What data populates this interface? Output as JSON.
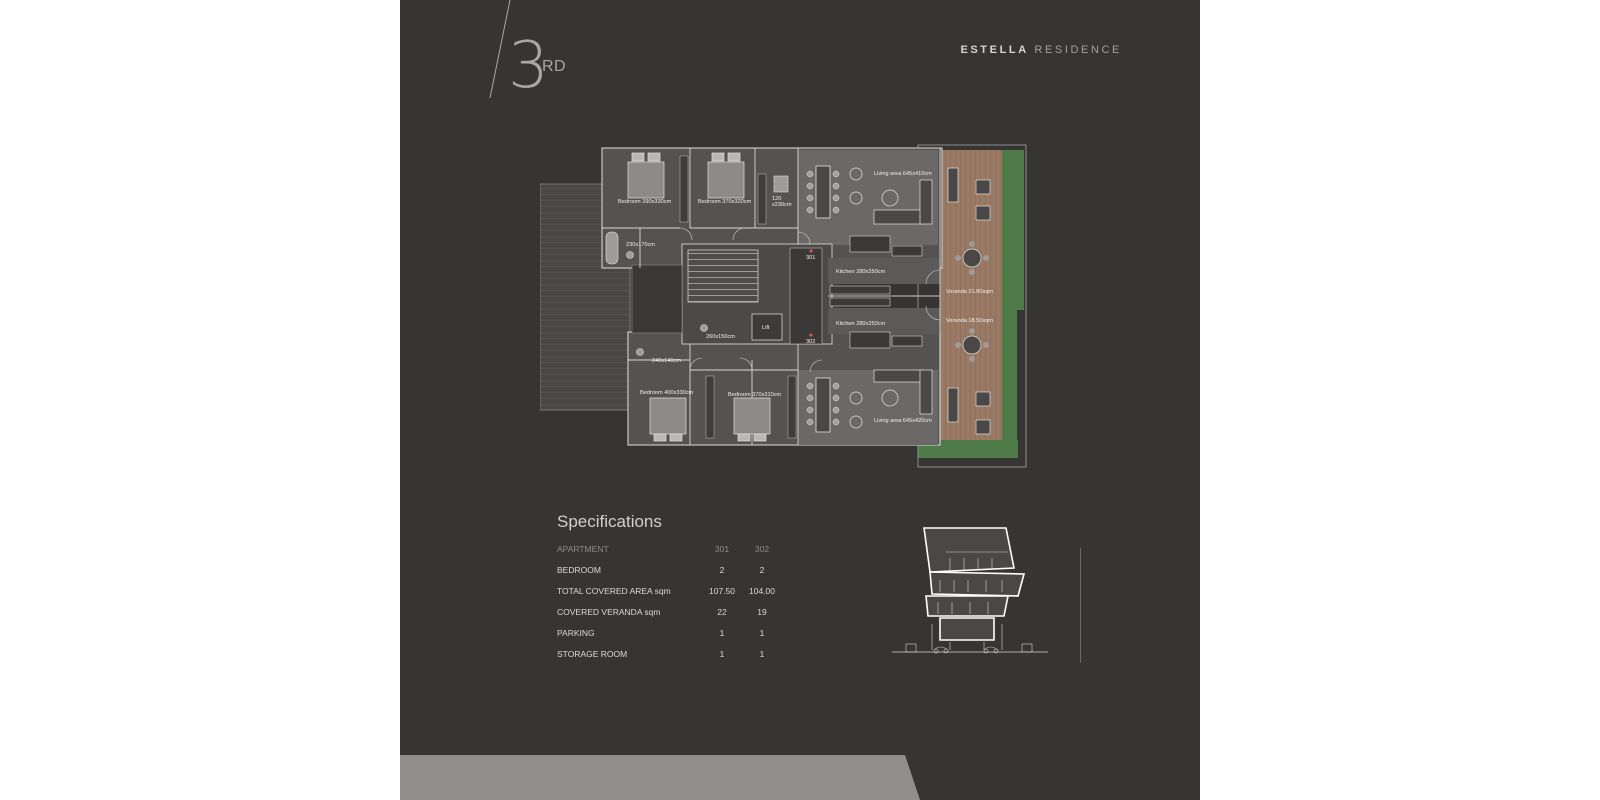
{
  "header": {
    "floor_number": "3",
    "floor_suffix": "RD",
    "brand_bold": "ESTELLA",
    "brand_light": "RESIDENCE"
  },
  "plan": {
    "rooms": {
      "bedroom_1": "Bedroom 390x330cm",
      "bedroom_2": "Bedroom 370x320cm",
      "bath_1": "230x170cm",
      "wc_1_a": "120",
      "wc_1_b": "x230cm",
      "living_301": "Living area 645x410cm",
      "kitchen_301": "Kitchen 280x250cm",
      "veranda_301": "Veranda 21.80sqm",
      "apt_301": "301",
      "apt_302": "302",
      "lift": "Lift",
      "bath_2": "260x150cm",
      "bath_3": "240x140cm",
      "kitchen_302": "Kitchen 280x250cm",
      "veranda_302": "Veranda 18.50sqm",
      "bedroom_3": "Bedroom 400x330cm",
      "bedroom_4": "Bedroom 370x310cm",
      "living_302": "Living area 645x420cm"
    }
  },
  "specs": {
    "title": "Specifications",
    "header": {
      "label": "APARTMENT",
      "v1": "301",
      "v2": "302"
    },
    "rows": [
      {
        "label": "BEDROOM",
        "v1": "2",
        "v2": "2"
      },
      {
        "label": "TOTAL COVERED AREA sqm",
        "v1": "107.50",
        "v2": "104.00"
      },
      {
        "label": "COVERED VERANDA sqm",
        "v1": "22",
        "v2": "19"
      },
      {
        "label": "PARKING",
        "v1": "1",
        "v2": "1"
      },
      {
        "label": "STORAGE ROOM",
        "v1": "1",
        "v2": "1"
      }
    ]
  },
  "colors": {
    "background": "#373534",
    "plan_fill": "#555352",
    "living_fill": "#6b6968",
    "wood": "#9a7a64",
    "green": "#4d7a46",
    "bottom_band": "#8f8e8d"
  }
}
